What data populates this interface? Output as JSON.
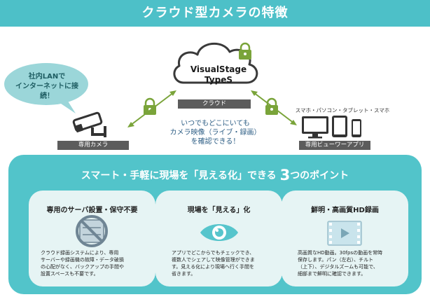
{
  "header": {
    "title": "クラウド型カメラの特徴"
  },
  "bubble": {
    "line1": "社内LANで",
    "line2": "インターネットに接続！"
  },
  "cloud": {
    "line1": "VisualStage",
    "line2": "TypeS",
    "label": "クラウド"
  },
  "camera": {
    "label": "専用カメラ"
  },
  "center_message": {
    "line1": "いつでもどこにいても",
    "line2": "カメラ映像（ライブ・録画）",
    "line3": "を確認できる！"
  },
  "devices": {
    "caption": "スマホ・パソコン・タブレット・スマホ",
    "label": "専用ビューワーアプリ"
  },
  "points": {
    "title_before": "スマート・手軽に現場を「見える化」できる",
    "title_number": "3",
    "title_after": "つのポイント",
    "cards": [
      {
        "title": "専用のサーバ設置・保守不要",
        "icon": "no-server-icon",
        "lines": [
          "クラウド録画システムにより、専用",
          "サーバーや録画機の故障・データ破損",
          "の心配がなく、バックアップの手間や",
          "設置スペースも不要です。"
        ]
      },
      {
        "title": "現場を「見える」化",
        "icon": "eye-icon",
        "lines": [
          "アプリでどこからでもチェックでき、",
          "複数人でシェアして映像管理ができま",
          "す。見える化により現場へ行く手間を",
          "省きます。"
        ]
      },
      {
        "title": "鮮明・高画質HD録画",
        "icon": "video-icon",
        "lines": [
          "高画質なHD動画。30fpsの動画を常時",
          "保存します。パン（左右）、チルト",
          "（上下）、デジタルズームも可能で、",
          "細部まで鮮明に確認できます。"
        ]
      }
    ]
  },
  "colors": {
    "teal": "#4dc0c8",
    "panel": "#52c4ca",
    "card": "#e6f4f4",
    "bubble": "#9bd6d9",
    "green": "#7aa43a",
    "gray": "#5c5c5c"
  }
}
